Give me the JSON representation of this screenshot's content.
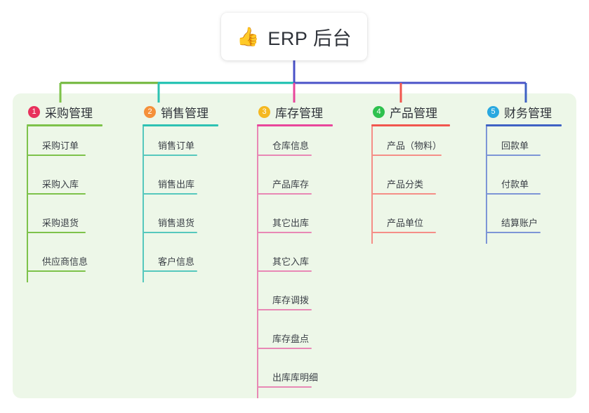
{
  "diagram": {
    "title": "ERP 后台",
    "root": {
      "icon": "thumbs-up-icon",
      "icon_glyph": "👍",
      "label": "ERP 后台"
    },
    "panel_color": "#edf7e8",
    "background_color": "#ffffff",
    "root_stem_color": "#4a52c8",
    "trunk_colors": [
      "#6eb537",
      "#15bfae",
      "#4a52c8"
    ],
    "branches": [
      {
        "number": "1",
        "label": "采购管理",
        "badge_color": "#e8315c",
        "rule_color": "#7dc24a",
        "line_color": "#7dc24a",
        "children": [
          {
            "label": "采购订单"
          },
          {
            "label": "采购入库"
          },
          {
            "label": "采购退货"
          },
          {
            "label": "供应商信息"
          }
        ]
      },
      {
        "number": "2",
        "label": "销售管理",
        "badge_color": "#f5903a",
        "rule_color": "#2ec2b3",
        "line_color": "#56c8bd",
        "children": [
          {
            "label": "销售订单"
          },
          {
            "label": "销售出库"
          },
          {
            "label": "销售退货"
          },
          {
            "label": "客户信息"
          }
        ]
      },
      {
        "number": "3",
        "label": "库存管理",
        "badge_color": "#f5b820",
        "rule_color": "#e8469b",
        "line_color": "#e888b5",
        "children": [
          {
            "label": "仓库信息"
          },
          {
            "label": "产品库存"
          },
          {
            "label": "其它出库"
          },
          {
            "label": "其它入库"
          },
          {
            "label": "库存调拨"
          },
          {
            "label": "库存盘点"
          },
          {
            "label": "出库库明细"
          }
        ]
      },
      {
        "number": "4",
        "label": "产品管理",
        "badge_color": "#2ec14e",
        "rule_color": "#f1564e",
        "line_color": "#f58e87",
        "children": [
          {
            "label": "产品（物料）"
          },
          {
            "label": "产品分类"
          },
          {
            "label": "产品单位"
          }
        ]
      },
      {
        "number": "5",
        "label": "财务管理",
        "badge_color": "#29a8e0",
        "rule_color": "#3f62c4",
        "line_color": "#7d95d6",
        "children": [
          {
            "label": "回款单"
          },
          {
            "label": "付款单"
          },
          {
            "label": "结算账户"
          }
        ]
      }
    ]
  }
}
